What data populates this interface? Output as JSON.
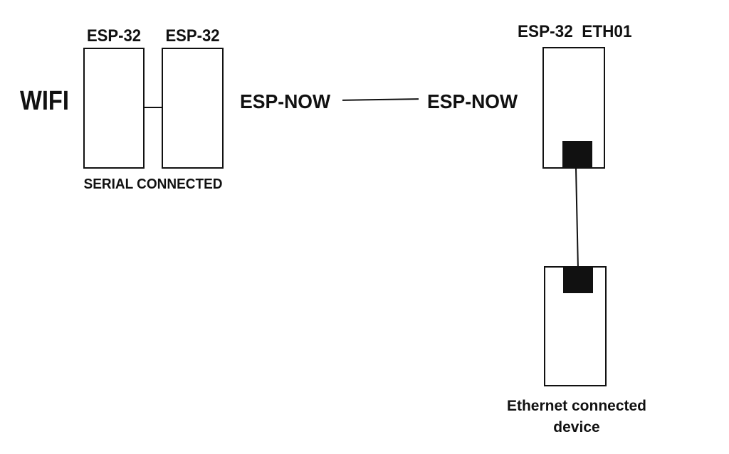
{
  "canvas": {
    "background": "#ffffff",
    "ink": "#111111"
  },
  "left_group": {
    "wifi_label": "WIFI",
    "esp1_label": "ESP-32",
    "esp2_label": "ESP-32",
    "caption": "SERIAL CONNECTED"
  },
  "middle": {
    "espnow_left": "ESP-NOW",
    "espnow_right": "ESP-NOW"
  },
  "right_group": {
    "eth01_label": "ESP-32  ETH01",
    "caption_line1": "Ethernet connected",
    "caption_line2": "device"
  }
}
